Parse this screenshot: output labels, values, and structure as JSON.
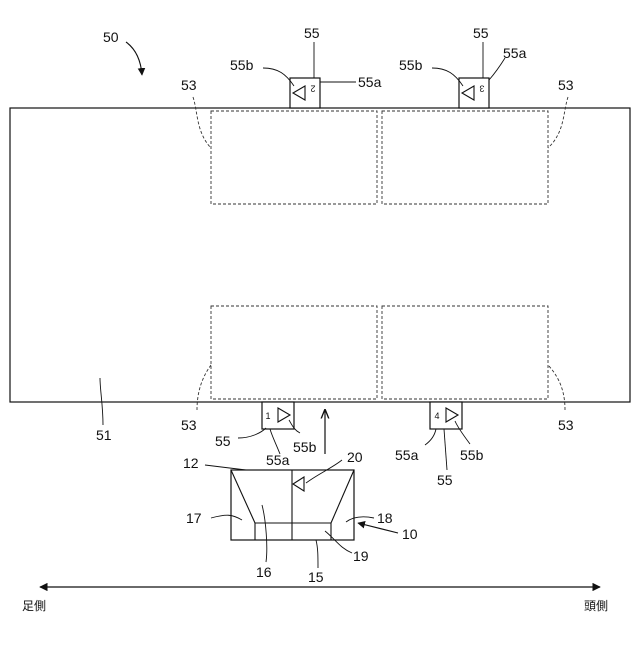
{
  "labels": {
    "n50": "50",
    "n51": "51",
    "n53": "53",
    "n55": "55",
    "n55a": "55a",
    "n55b": "55b",
    "n12": "12",
    "n20": "20",
    "n17": "17",
    "n18": "18",
    "n10": "10",
    "n16": "16",
    "n19": "19",
    "n15": "15"
  },
  "sensor_numbers": [
    "1",
    "2",
    "3",
    "4"
  ],
  "direction": {
    "foot_side": "足側",
    "head_side": "頭側"
  }
}
